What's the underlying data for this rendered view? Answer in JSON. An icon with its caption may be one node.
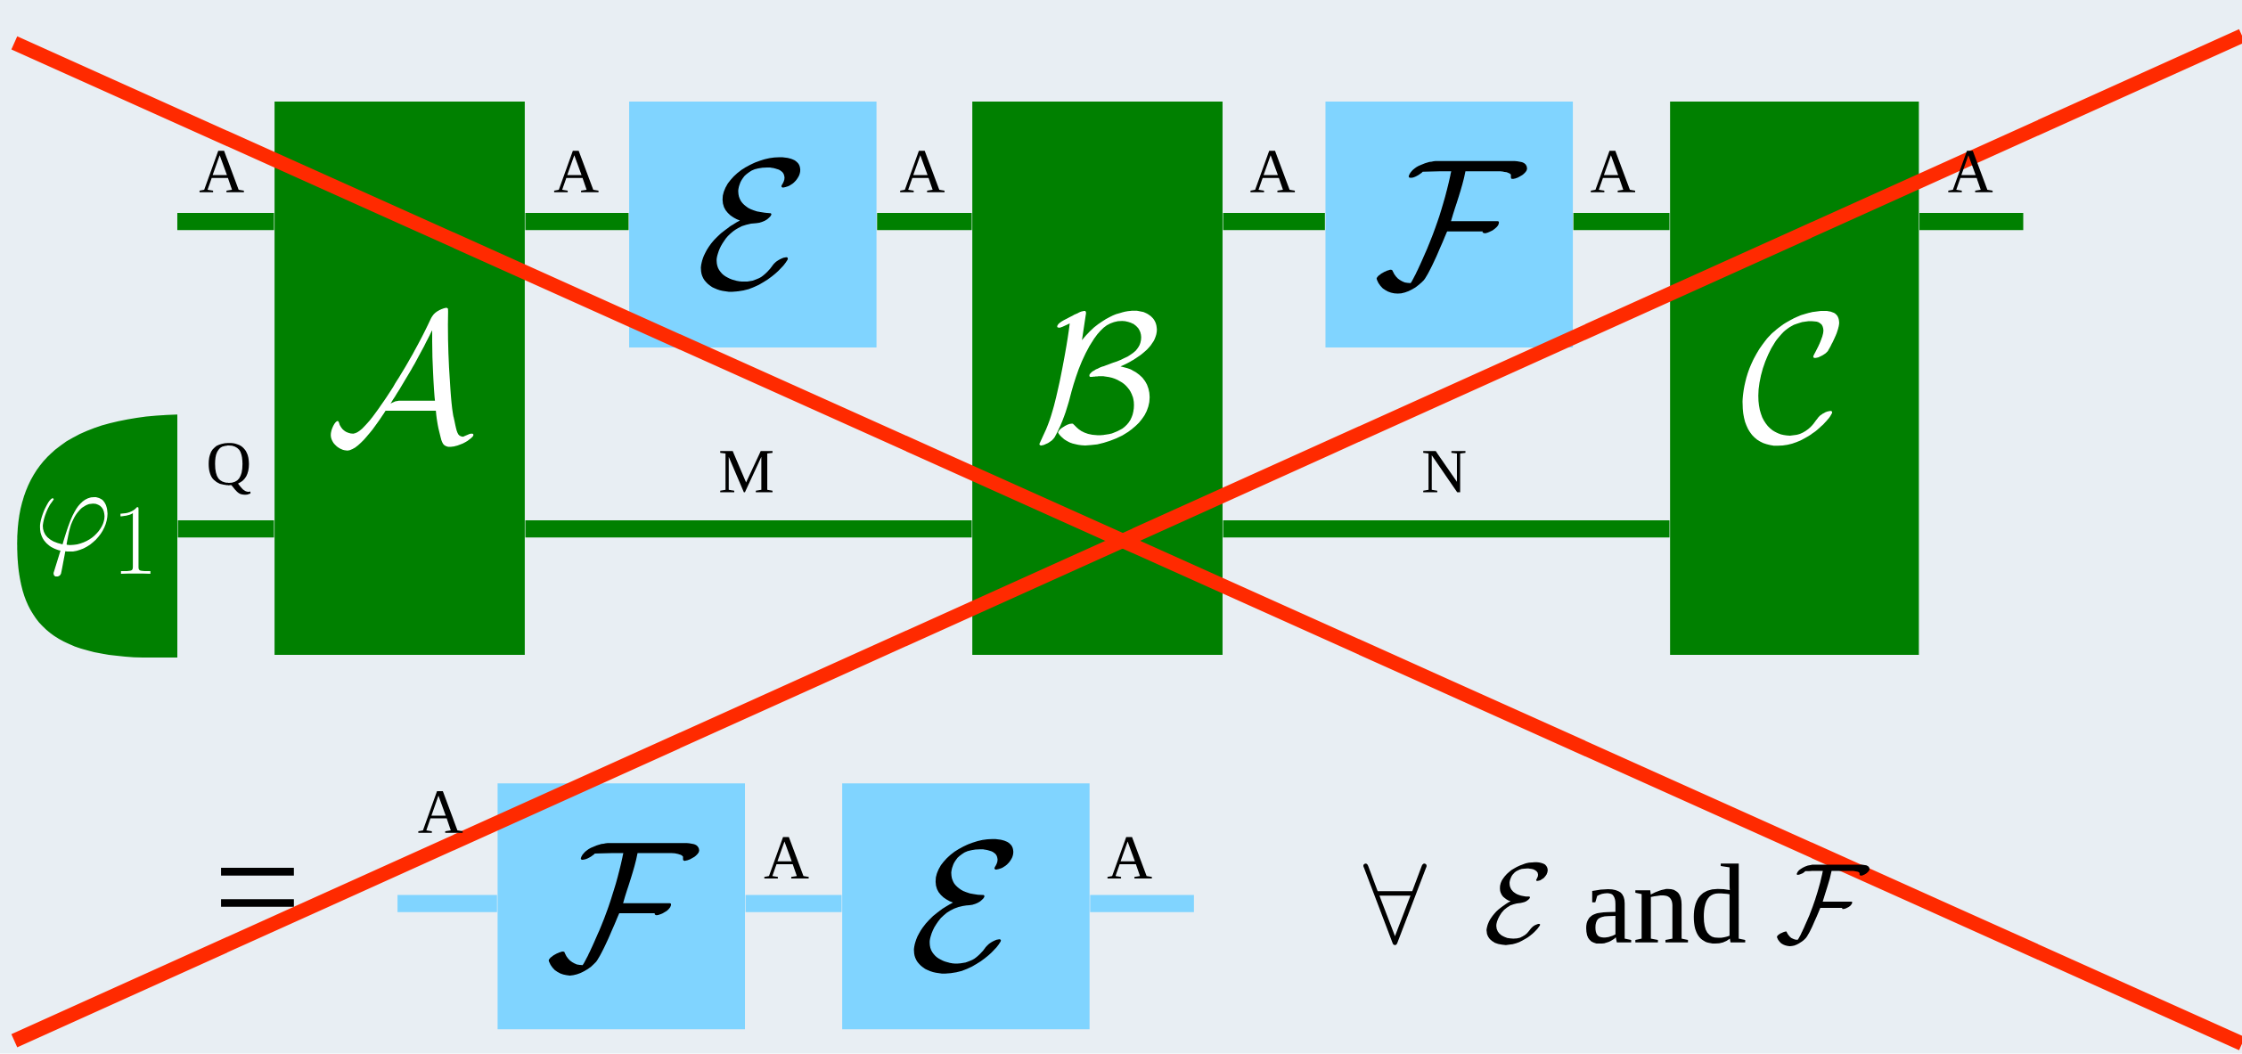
{
  "diagram": {
    "nodes": [
      {
        "text": [
          "\\varphi_1"
        ]
      },
      {
        "text": [
          "\\mathcal{A}"
        ]
      },
      {
        "text": [
          "\\mathcal{E}"
        ]
      },
      {
        "text": [
          "\\mathcal{B}"
        ]
      },
      {
        "text": [
          "\\mathcal{F}"
        ]
      },
      {
        "text": [
          "\\mathcal{C}"
        ]
      },
      {
        "text": [
          "\\mathcal{F}"
        ]
      },
      {
        "text": [
          "\\mathcal{E}"
        ]
      }
    ],
    "edges": [
      {
        "from": null,
        "to": 1,
        "arrow": "none",
        "label": "A"
      },
      {
        "from": 1,
        "to": 2,
        "arrow": "none",
        "label": "A"
      },
      {
        "from": 2,
        "to": 3,
        "arrow": "none",
        "label": "A"
      },
      {
        "from": 3,
        "to": 4,
        "arrow": "none",
        "label": "A"
      },
      {
        "from": 4,
        "to": 5,
        "arrow": "none",
        "label": "A"
      },
      {
        "from": 5,
        "to": null,
        "arrow": "none",
        "label": "A"
      },
      {
        "from": 0,
        "to": 1,
        "arrow": "none",
        "label": "Q"
      },
      {
        "from": 1,
        "to": 3,
        "arrow": "none",
        "label": "M"
      },
      {
        "from": 3,
        "to": 5,
        "arrow": "none",
        "label": "N"
      },
      {
        "from": null,
        "to": 6,
        "arrow": "none",
        "label": "A",
        "color": "#80d4ff"
      },
      {
        "from": 6,
        "to": 7,
        "arrow": "none",
        "label": "A",
        "color": "#80d4ff"
      },
      {
        "from": 7,
        "to": null,
        "arrow": "none",
        "label": "A",
        "color": "#80d4ff"
      }
    ],
    "labels": [
      "=",
      "\\forall\\ \\ \\mathcal{E}\\ \\mathrm{and}\\ \\mathcal{F}"
    ]
  }
}
